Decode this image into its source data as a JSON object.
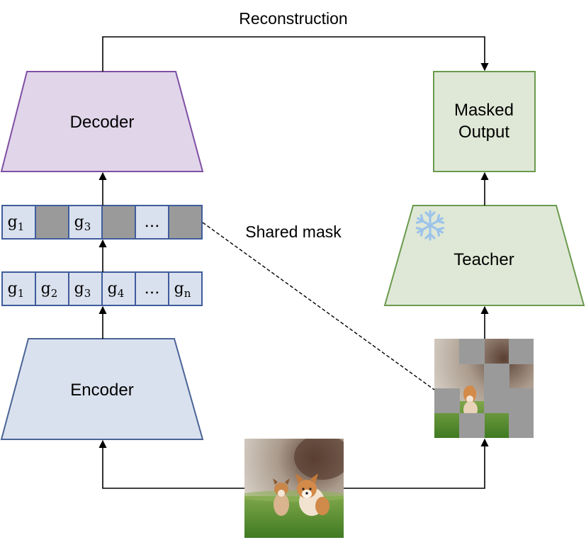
{
  "labels": {
    "reconstruction": "Reconstruction",
    "decoder": "Decoder",
    "encoder": "Encoder",
    "masked_output_line1": "Masked",
    "masked_output_line2": "Output",
    "teacher": "Teacher",
    "shared_mask": "Shared mask"
  },
  "tokens_full": [
    {
      "base": "g",
      "sub": "1"
    },
    {
      "base": "g",
      "sub": "2"
    },
    {
      "base": "g",
      "sub": "3"
    },
    {
      "base": "g",
      "sub": "4"
    },
    {
      "base": "…",
      "sub": ""
    },
    {
      "base": "g",
      "sub": "n"
    }
  ],
  "tokens_masked": [
    {
      "base": "g",
      "sub": "1",
      "masked": false
    },
    {
      "base": "",
      "sub": "",
      "masked": true
    },
    {
      "base": "g",
      "sub": "3",
      "masked": false
    },
    {
      "base": "",
      "sub": "",
      "masked": true
    },
    {
      "base": "…",
      "sub": "",
      "masked": false
    },
    {
      "base": "",
      "sub": "",
      "masked": true
    }
  ],
  "colors": {
    "decoder_fill": "#e1d5ea",
    "decoder_stroke": "#7e4fa3",
    "encoder_fill": "#dae1ee",
    "encoder_stroke": "#4a6496",
    "teacher_fill": "#dfe8d6",
    "teacher_stroke": "#6a9a4e",
    "token_fill": "#dae1ee",
    "token_stroke": "#3f5c9c",
    "mask_gray": "#9a9a9a",
    "snowflake": "#9cc3ea"
  },
  "icons": {
    "frozen": "snowflake-icon"
  }
}
